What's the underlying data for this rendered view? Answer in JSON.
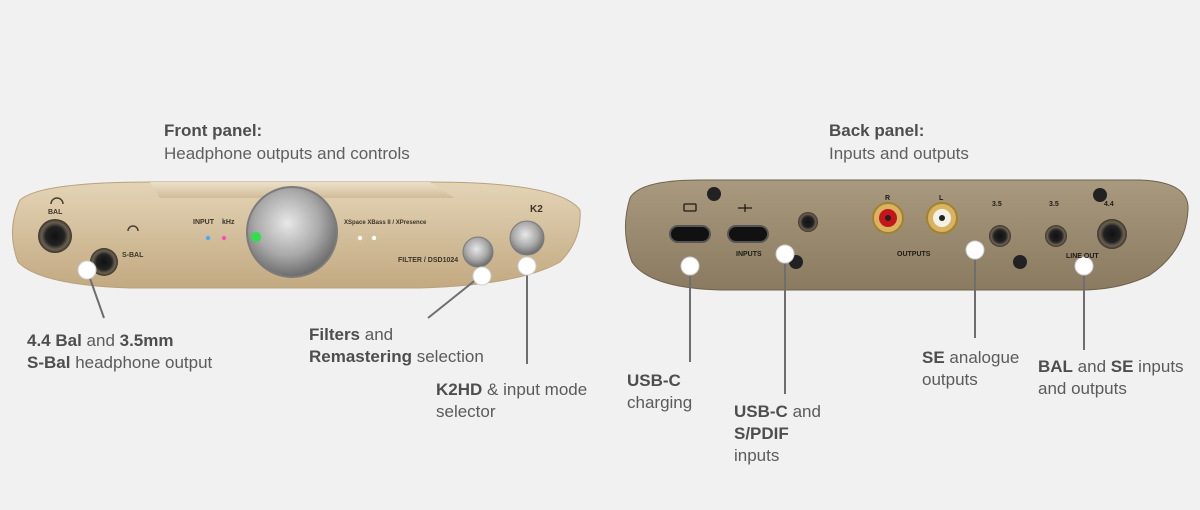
{
  "front_panel": {
    "title": "Front panel:",
    "subtitle": "Headphone outputs and controls",
    "device_markings": {
      "input": "INPUT",
      "khz": "kHz",
      "xspace": "XSpace  XBass II / XPresence",
      "filter": "FILTER / DSD1024",
      "sbal": "S-BAL",
      "bal": "BAL",
      "logo": "K2"
    },
    "callouts": [
      {
        "bold1": "4.4 Bal",
        "mid": " and ",
        "bold2": "3.5mm",
        "line2_bold": "S-Bal",
        "line2_rest": " headphone output"
      },
      {
        "bold1": "Filters",
        "rest1": " and",
        "bold2": "Remastering",
        "rest2": " selection"
      },
      {
        "bold1": "K2HD",
        "rest1": " & input mode",
        "line2": "selector"
      }
    ]
  },
  "back_panel": {
    "title": "Back panel:",
    "subtitle": "Inputs and outputs",
    "device_markings": {
      "inputs": "INPUTS",
      "outputs": "OUTPUTS",
      "line_out": "LINE OUT",
      "r": "R",
      "l": "L",
      "size_a": "3.5",
      "size_b": "3.5",
      "size_c": "4.4"
    },
    "callouts": [
      {
        "bold1": "USB-C",
        "line2": "charging"
      },
      {
        "bold1": "USB-C",
        "rest1": " and",
        "bold2": "S/PDIF",
        "line3": "inputs"
      },
      {
        "bold1": "SE",
        "rest1": " analogue",
        "line2": "outputs"
      },
      {
        "bold1": "BAL",
        "mid": " and ",
        "bold2": "SE",
        "rest1": " inputs",
        "line2": "and outputs"
      }
    ]
  },
  "colors": {
    "background": "#f1f1f1",
    "device_gold": "#d8c5a6",
    "device_back": "#9a8a70",
    "callout_line": "#6e6e6e",
    "text": "#5b5b5b"
  }
}
